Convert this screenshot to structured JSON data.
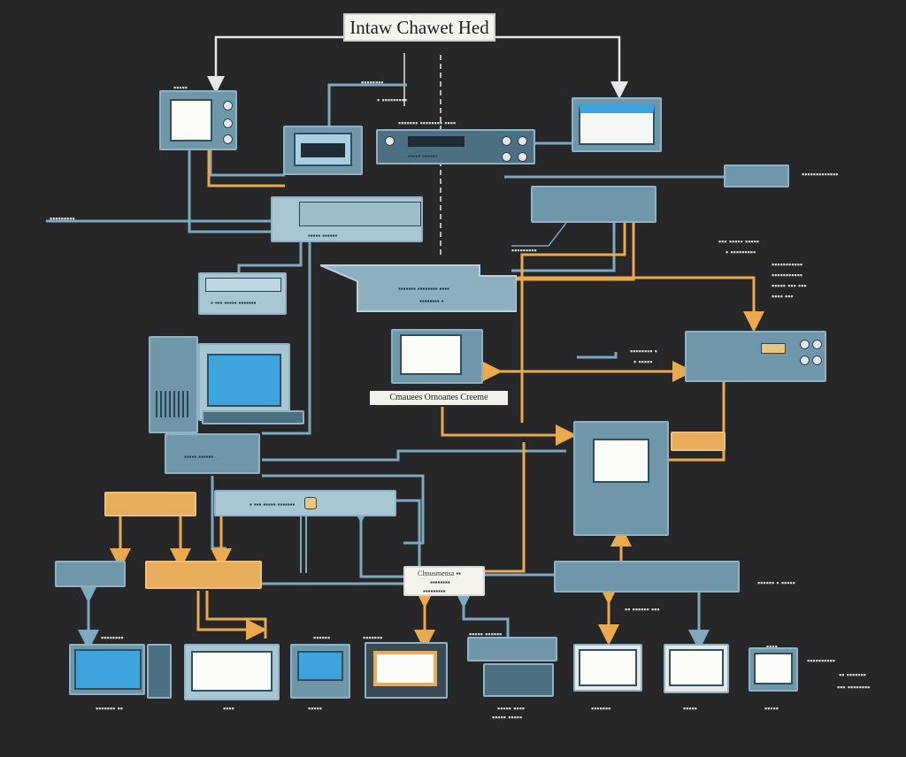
{
  "diagram": {
    "title": "Intaw Chawet Hed",
    "labels": {
      "top_left_cam": "▪▪▪▪▪",
      "top_mid_a": "▪▪▪▪▪▪▪▪",
      "top_mid_b": "▪ ▪▪▪▪▪▪▪▪▪",
      "rack_header": "▪▪▪▪▪▪▪ ▪▪▪▪▪▪▪▪ ▪▪▪▪",
      "rack_footer": "▪▪▪▪▪ ▪▪▪▪▪▪",
      "left_feed": "▪▪▪▪▪▪▪▪▪",
      "mid_rack_bottom": "▪ ▪▪▪ ▪▪▪▪▪ ▪▪▪▪▪▪▪",
      "right_note_1": "▪▪▪▪▪▪▪▪▪▪▪▪▪",
      "right_note_2": "▪▪▪ ▪▪▪▪▪ ▪▪▪▪▪",
      "right_note_3": "▪ ▪▪▪▪▪▪▪▪▪",
      "right_note_4": "▪▪▪▪▪▪▪▪▪▪▪",
      "right_note_5": "▪▪▪▪▪▪▪▪▪▪▪",
      "right_note_6": "▪▪▪▪▪ ▪▪▪ ▪▪▪",
      "right_note_7": "▪▪▪▪ ▪▪▪",
      "mid_left_note": "▪▪▪▪▪▪▪▪▪",
      "panel_note": "▪▪▪▪▪▪▪▪ ▪",
      "panel_note_b": "▪ ▪▪▪▪▪",
      "far_right_pair": "▪▪▪▪▪▪ ▪ ▪▪▪▪▪",
      "bottom_mid_note": "▪▪ ▪▪▪▪▪▪ ▪▪▪",
      "bottom_right_note_1": "▪▪▪▪▪▪▪▪▪▪",
      "bottom_right_note_2": "▪▪ ▪▪▪▪▪▪▪",
      "bottom_right_note_3": "▪▪▪ ▪▪▪▪▪▪▪▪",
      "monitor_1_cap": "▪▪▪▪▪▪▪ ▪▪",
      "monitor_2_cap": "▪▪▪▪",
      "monitor_3_cap": "▪▪▪▪▪",
      "monitor_4_cap": "▪▪▪▪▪",
      "monitor_5_cap": "▪▪▪▪▪ ▪▪▪▪",
      "monitor_5_cap2": "▪▪▪▪▪ ▪▪▪▪▪",
      "monitor_6_cap": "▪▪▪▪▪▪▪",
      "monitor_7_cap": "▪▪▪▪▪",
      "monitor_8_cap": "▪▪▪▪▪",
      "monitor_top_1": "▪▪▪▪▪▪▪▪",
      "monitor_top_3": "▪▪▪▪▪▪",
      "monitor_top_4": "▪▪▪▪▪▪▪",
      "monitor_top_5": "▪▪▪▪▪ ▪▪▪▪▪▪",
      "monitor_top_8": "▪▪▪▪"
    },
    "tags": {
      "center_banner": "Cmauees Ornoanes Creeme",
      "hub_top": "Clmusmensa  ▪▪",
      "hub_mid": "▪▪▪▪▪▪▪▪",
      "hub_bot": "▪▪▪▪▪▪▪▪▪"
    },
    "colors": {
      "background": "#27272a",
      "cable_blue": "#7fa9bd",
      "cable_amber": "#e9a94f",
      "cable_white": "#e7e7e7",
      "device_fill": "#6f96a9",
      "screen_white": "#fbfbf7",
      "screen_blue": "#3ea4dd"
    }
  }
}
